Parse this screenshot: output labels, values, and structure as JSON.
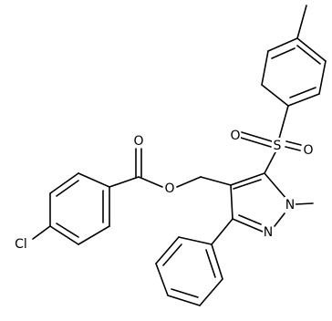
{
  "molecule": {
    "atom_labels": {
      "ester_oxygen": "O",
      "carbonyl_oxygen": "O",
      "sulfur": "S",
      "sulfonyl_oxygen_left": "O",
      "sulfonyl_oxygen_right": "O",
      "pyrazole_n1": "N",
      "pyrazole_n2": "N",
      "chlorine": "Cl"
    }
  }
}
